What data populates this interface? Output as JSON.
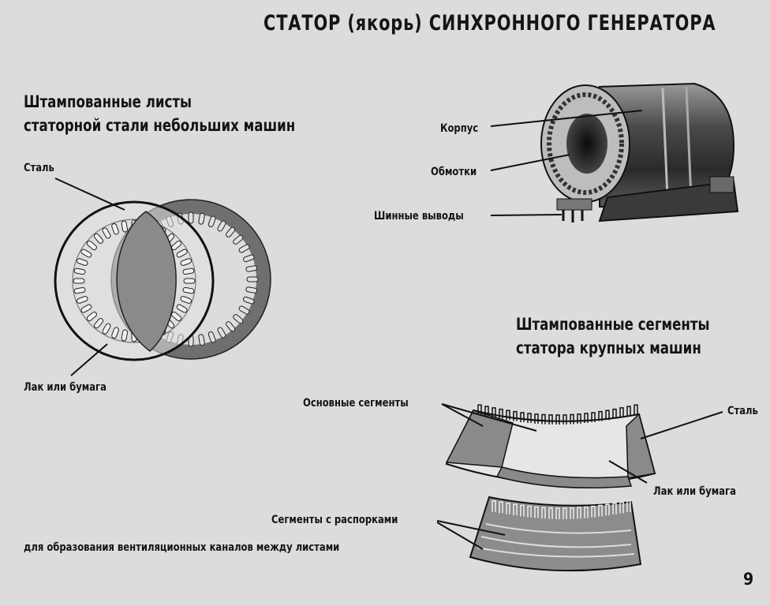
{
  "title": "СТАТОР (якорь) СИНХРОННОГО ГЕНЕРАТОРА",
  "left_section": {
    "heading_line1": "Штампованные листы",
    "heading_line2": "статорной стали небольших машин",
    "label_steel": "Сталь",
    "label_lacquer": "Лак или бумага"
  },
  "stator_assembly": {
    "label_housing": "Корпус",
    "label_windings": "Обмотки",
    "label_bus_leads": "Шинные выводы"
  },
  "segments_section": {
    "heading_line1": "Штампованные сегменты",
    "heading_line2": "статора крупных машин",
    "label_main_segments": "Основные сегменты",
    "label_steel": "Сталь",
    "label_lacquer": "Лак или бумага",
    "label_spacer_segments": "Сегменты с распорками",
    "label_ventilation": "для образования вентиляционных каналов между листами"
  },
  "page_number": "9",
  "colors": {
    "background": "#dcdcdc",
    "ink": "#141414",
    "steel": "#8a8a8a"
  }
}
